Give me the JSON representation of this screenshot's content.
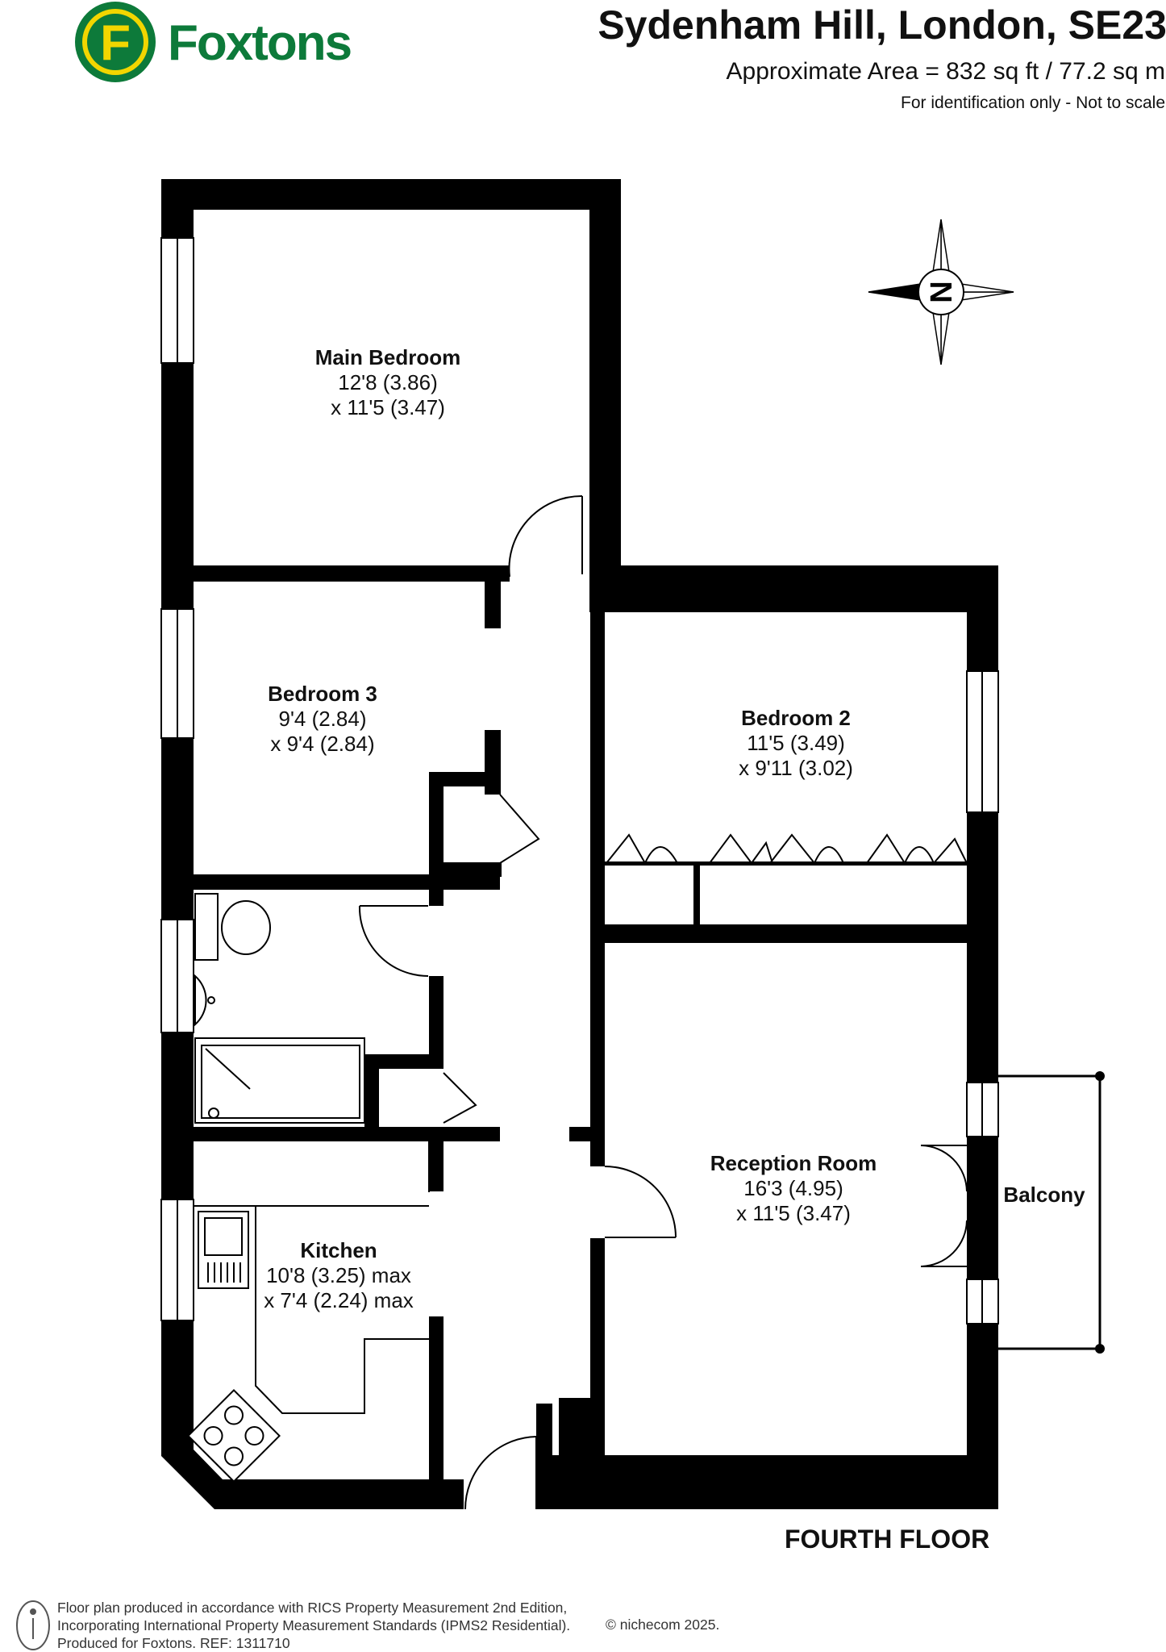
{
  "brand": {
    "name": "Foxtons",
    "logo_letter": "F",
    "color": "#0d7a3a",
    "ring_color": "#f2d600"
  },
  "header": {
    "title": "Sydenham Hill, London, SE23",
    "area": "Approximate Area = 832 sq ft / 77.2 sq m",
    "disclaimer": "For identification only - Not to scale"
  },
  "compass": {
    "label": "N"
  },
  "rooms": {
    "main_bedroom": {
      "name": "Main Bedroom",
      "dim1": "12'8 (3.86)",
      "dim2": "x 11'5 (3.47)"
    },
    "bedroom3": {
      "name": "Bedroom 3",
      "dim1": "9'4 (2.84)",
      "dim2": "x 9'4 (2.84)"
    },
    "bedroom2": {
      "name": "Bedroom 2",
      "dim1": "11'5 (3.49)",
      "dim2": "x 9'11 (3.02)"
    },
    "reception": {
      "name": "Reception Room",
      "dim1": "16'3 (4.95)",
      "dim2": "x 11'5 (3.47)"
    },
    "kitchen": {
      "name": "Kitchen",
      "dim1": "10'8 (3.25) max",
      "dim2": "x 7'4 (2.24) max"
    },
    "balcony": {
      "name": "Balcony"
    }
  },
  "floor_label": "FOURTH FLOOR",
  "footer": {
    "line1": "Floor plan produced in accordance with RICS Property Measurement 2nd Edition,",
    "line2": "Incorporating International Property Measurement Standards (IPMS2 Residential).",
    "line3": "Produced for Foxtons.   REF:  1311710",
    "copyright": "© nichecom 2025."
  }
}
